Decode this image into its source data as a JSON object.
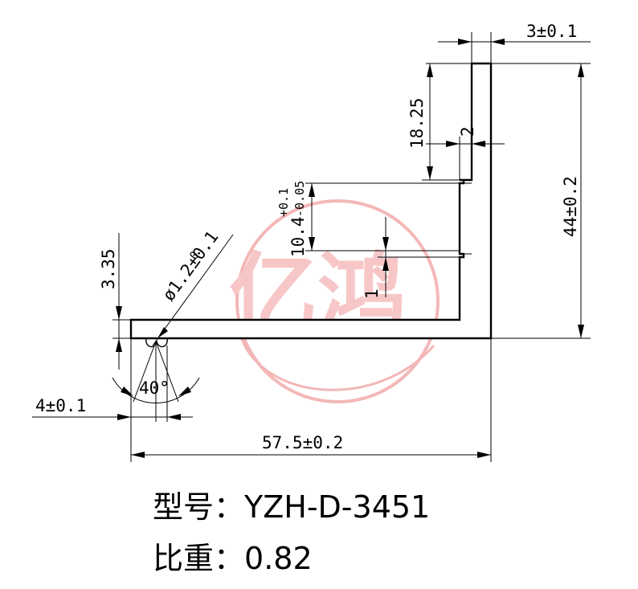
{
  "dimensions": {
    "top_thickness": "3±0.1",
    "upper_fin_gap": "18.25",
    "fin_width": "2",
    "fin_spacing_main": "10.4",
    "fin_spacing_tol_upper": "+0.1",
    "fin_spacing_tol_lower": "-0.05",
    "fin_thickness": "1",
    "total_height": "44±0.2",
    "hole_diameter": "ø1.2±0.1",
    "hole_sup": "0",
    "base_height": "3.35",
    "angle": "40°",
    "groove_width": "4±0.1",
    "total_width": "57.5±0.2"
  },
  "info": {
    "model_label": "型号：",
    "model_value": "YZH-D-3451",
    "ratio_label": "比重：",
    "ratio_value": "0.82"
  },
  "watermark": {
    "text": "亿鸿",
    "color": "#f0a0a0"
  }
}
